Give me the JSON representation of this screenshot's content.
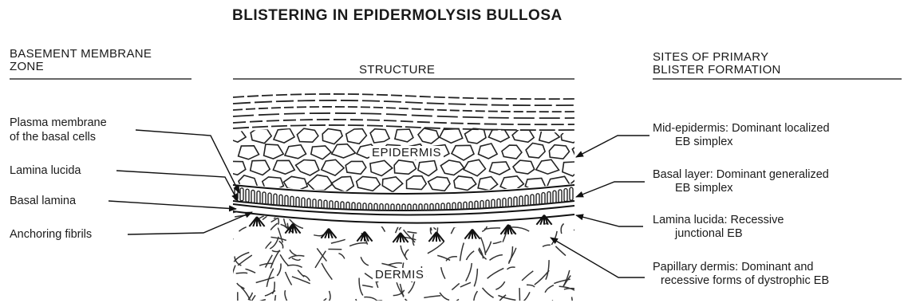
{
  "title": "BLISTERING IN EPIDERMOLYSIS BULLOSA",
  "headers": {
    "left_line1": "BASEMENT MEMBRANE",
    "left_line2": "ZONE",
    "middle": "STRUCTURE",
    "right_line1": "SITES OF PRIMARY",
    "right_line2": "BLISTER FORMATION"
  },
  "structures": {
    "epidermis": "EPIDERMIS",
    "dermis": "DERMIS"
  },
  "left_labels": {
    "plasma_line1": "Plasma membrane",
    "plasma_line2": "of the basal cells",
    "lamina_lucida": "Lamina lucida",
    "basal_lamina": "Basal lamina",
    "anchoring_fibrils": "Anchoring fibrils"
  },
  "right_labels": {
    "mid_epidermis_line1": "Mid-epidermis:  Dominant localized",
    "mid_epidermis_line2": "EB simplex",
    "basal_layer_line1": "Basal layer:  Dominant generalized",
    "basal_layer_line2": "EB simplex",
    "lamina_lucida_line1": "Lamina lucida:  Recessive",
    "lamina_lucida_line2": "junctional EB",
    "papillary_line1": "Papillary dermis:  Dominant and",
    "papillary_line2": "recessive forms of dystrophic EB"
  }
}
